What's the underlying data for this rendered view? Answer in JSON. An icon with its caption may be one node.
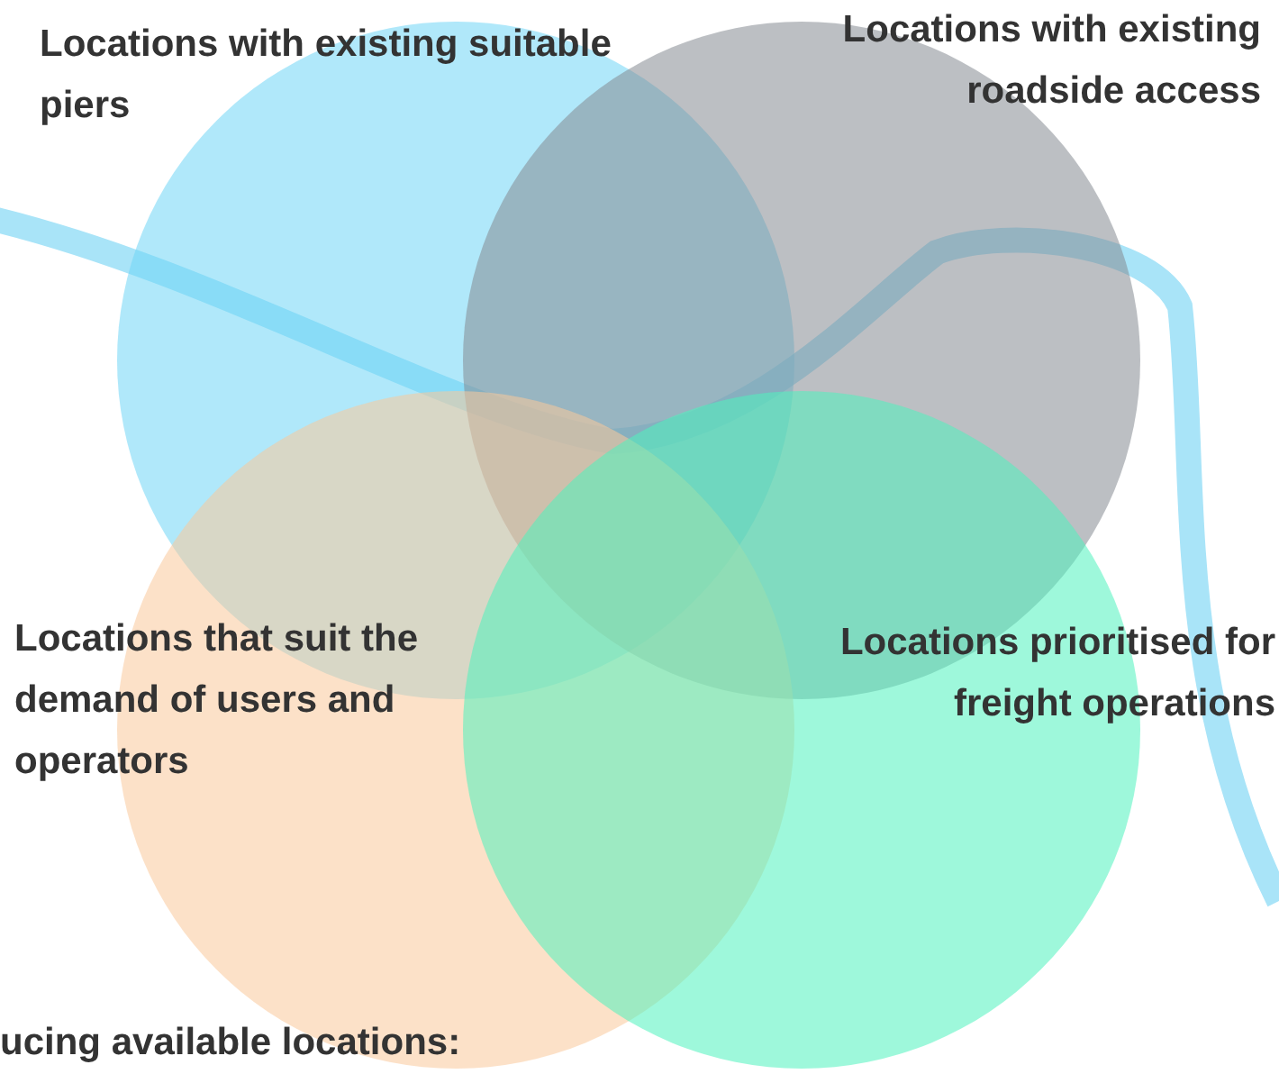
{
  "diagram": {
    "nodes": [
      {
        "text": [
          "Locations with existing suitable piers"
        ]
      },
      {
        "text": [
          "Locations with existing roadside access"
        ]
      },
      {
        "text": [
          "Locations that suit the demand of users and operators"
        ]
      },
      {
        "text": [
          "Locations prioritised for freight operations"
        ]
      }
    ],
    "labels": [
      "ucing available locations:"
    ]
  }
}
